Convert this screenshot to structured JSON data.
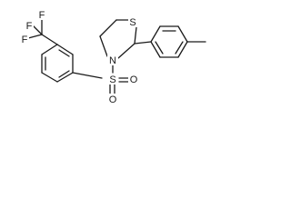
{
  "atoms": {
    "f1": "F",
    "f2": "F",
    "f3": "F",
    "s_ring": "S",
    "n_ring": "N",
    "s_sulfonyl": "S",
    "o1": "O",
    "o2": "O"
  },
  "colors": {
    "bond": "#1a1a1a",
    "background": "#ffffff"
  }
}
